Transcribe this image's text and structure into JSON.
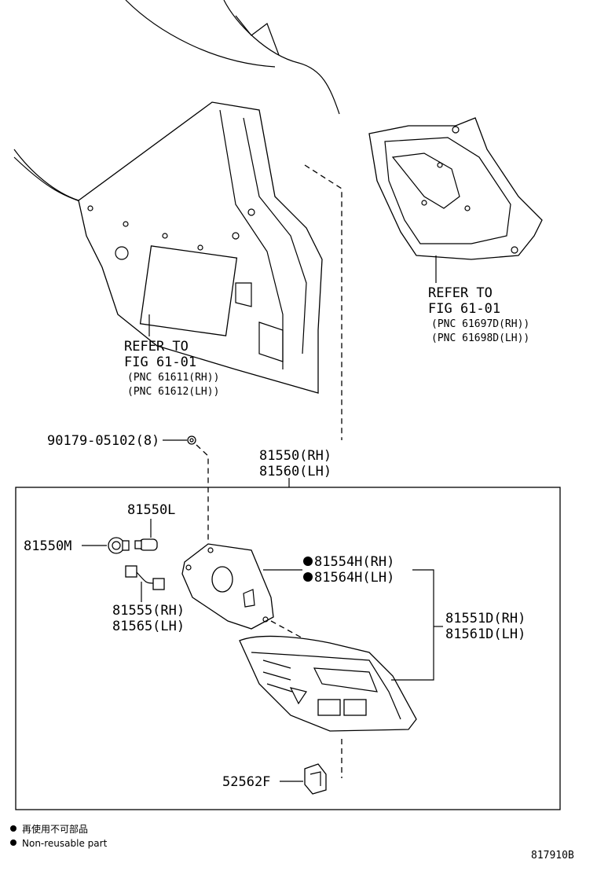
{
  "refs": {
    "quarter_panel": {
      "line1": "REFER TO",
      "line2": "FIG 61-01",
      "line3": "(PNC 61611(RH))",
      "line4": "(PNC 61612(LH))"
    },
    "liner": {
      "line1": "REFER TO",
      "line2": "FIG 61-01",
      "line3": "(PNC 61697D(RH))",
      "line4": "(PNC 61698D(LH))"
    }
  },
  "parts": {
    "nut": "90179-05102(8)",
    "lamp_assy_rh": "81550(RH)",
    "lamp_assy_lh": "81560(LH)",
    "bulb": "81550L",
    "socket": "81550M",
    "wire_rh": "81555(RH)",
    "wire_lh": "81565(LH)",
    "gasket_rh": "81554H(RH)",
    "gasket_lh": "81564H(LH)",
    "lens_rh": "81551D(RH)",
    "lens_lh": "81561D(LH)",
    "clip": "52562F"
  },
  "legend": {
    "line1": "再使用不可部品",
    "line2": "Non-reusable part"
  },
  "figure_id": "817910B"
}
